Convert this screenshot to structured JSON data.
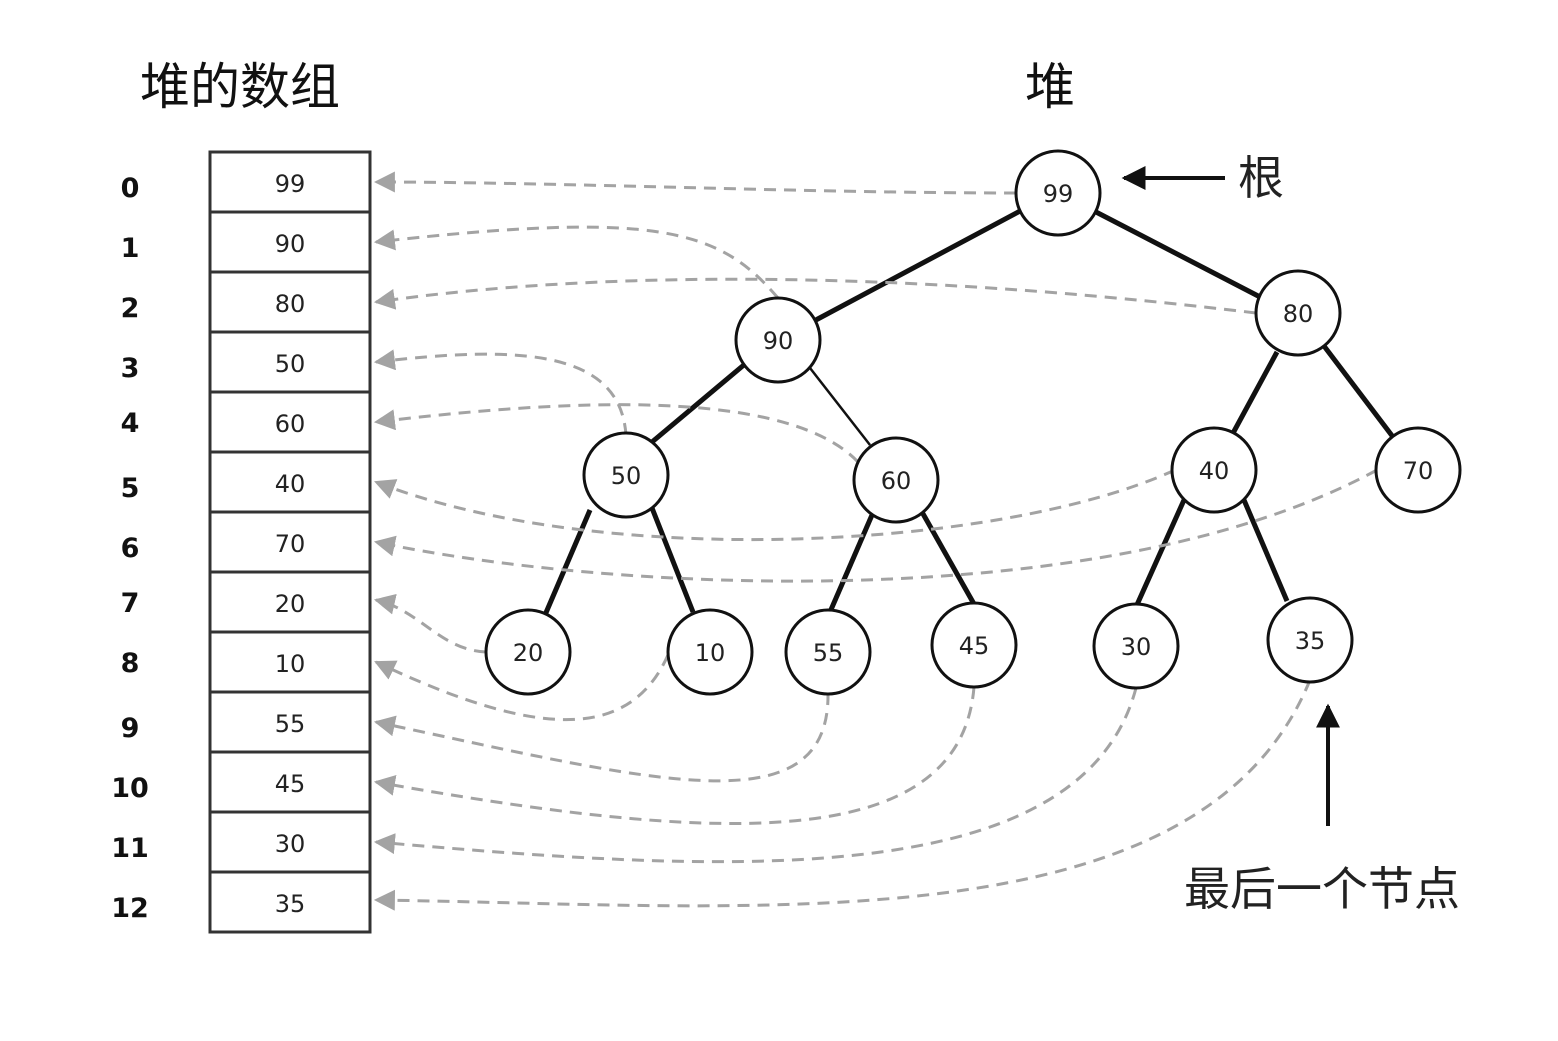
{
  "titles": {
    "array": "堆的数组",
    "heap": "堆"
  },
  "annotations": {
    "root": "根",
    "last_node": "最后一个节点"
  },
  "array": {
    "indices": [
      "0",
      "1",
      "2",
      "3",
      "4",
      "5",
      "6",
      "7",
      "8",
      "9",
      "10",
      "11",
      "12"
    ],
    "values": [
      "99",
      "90",
      "80",
      "50",
      "60",
      "40",
      "70",
      "20",
      "10",
      "55",
      "45",
      "30",
      "35"
    ]
  },
  "heap_nodes": [
    "99",
    "90",
    "80",
    "50",
    "60",
    "40",
    "70",
    "20",
    "10",
    "55",
    "45",
    "30",
    "35"
  ],
  "colors": {
    "stroke": "#111111",
    "dashed_arrow": "#a3a3a3",
    "cell_border": "#333333"
  }
}
